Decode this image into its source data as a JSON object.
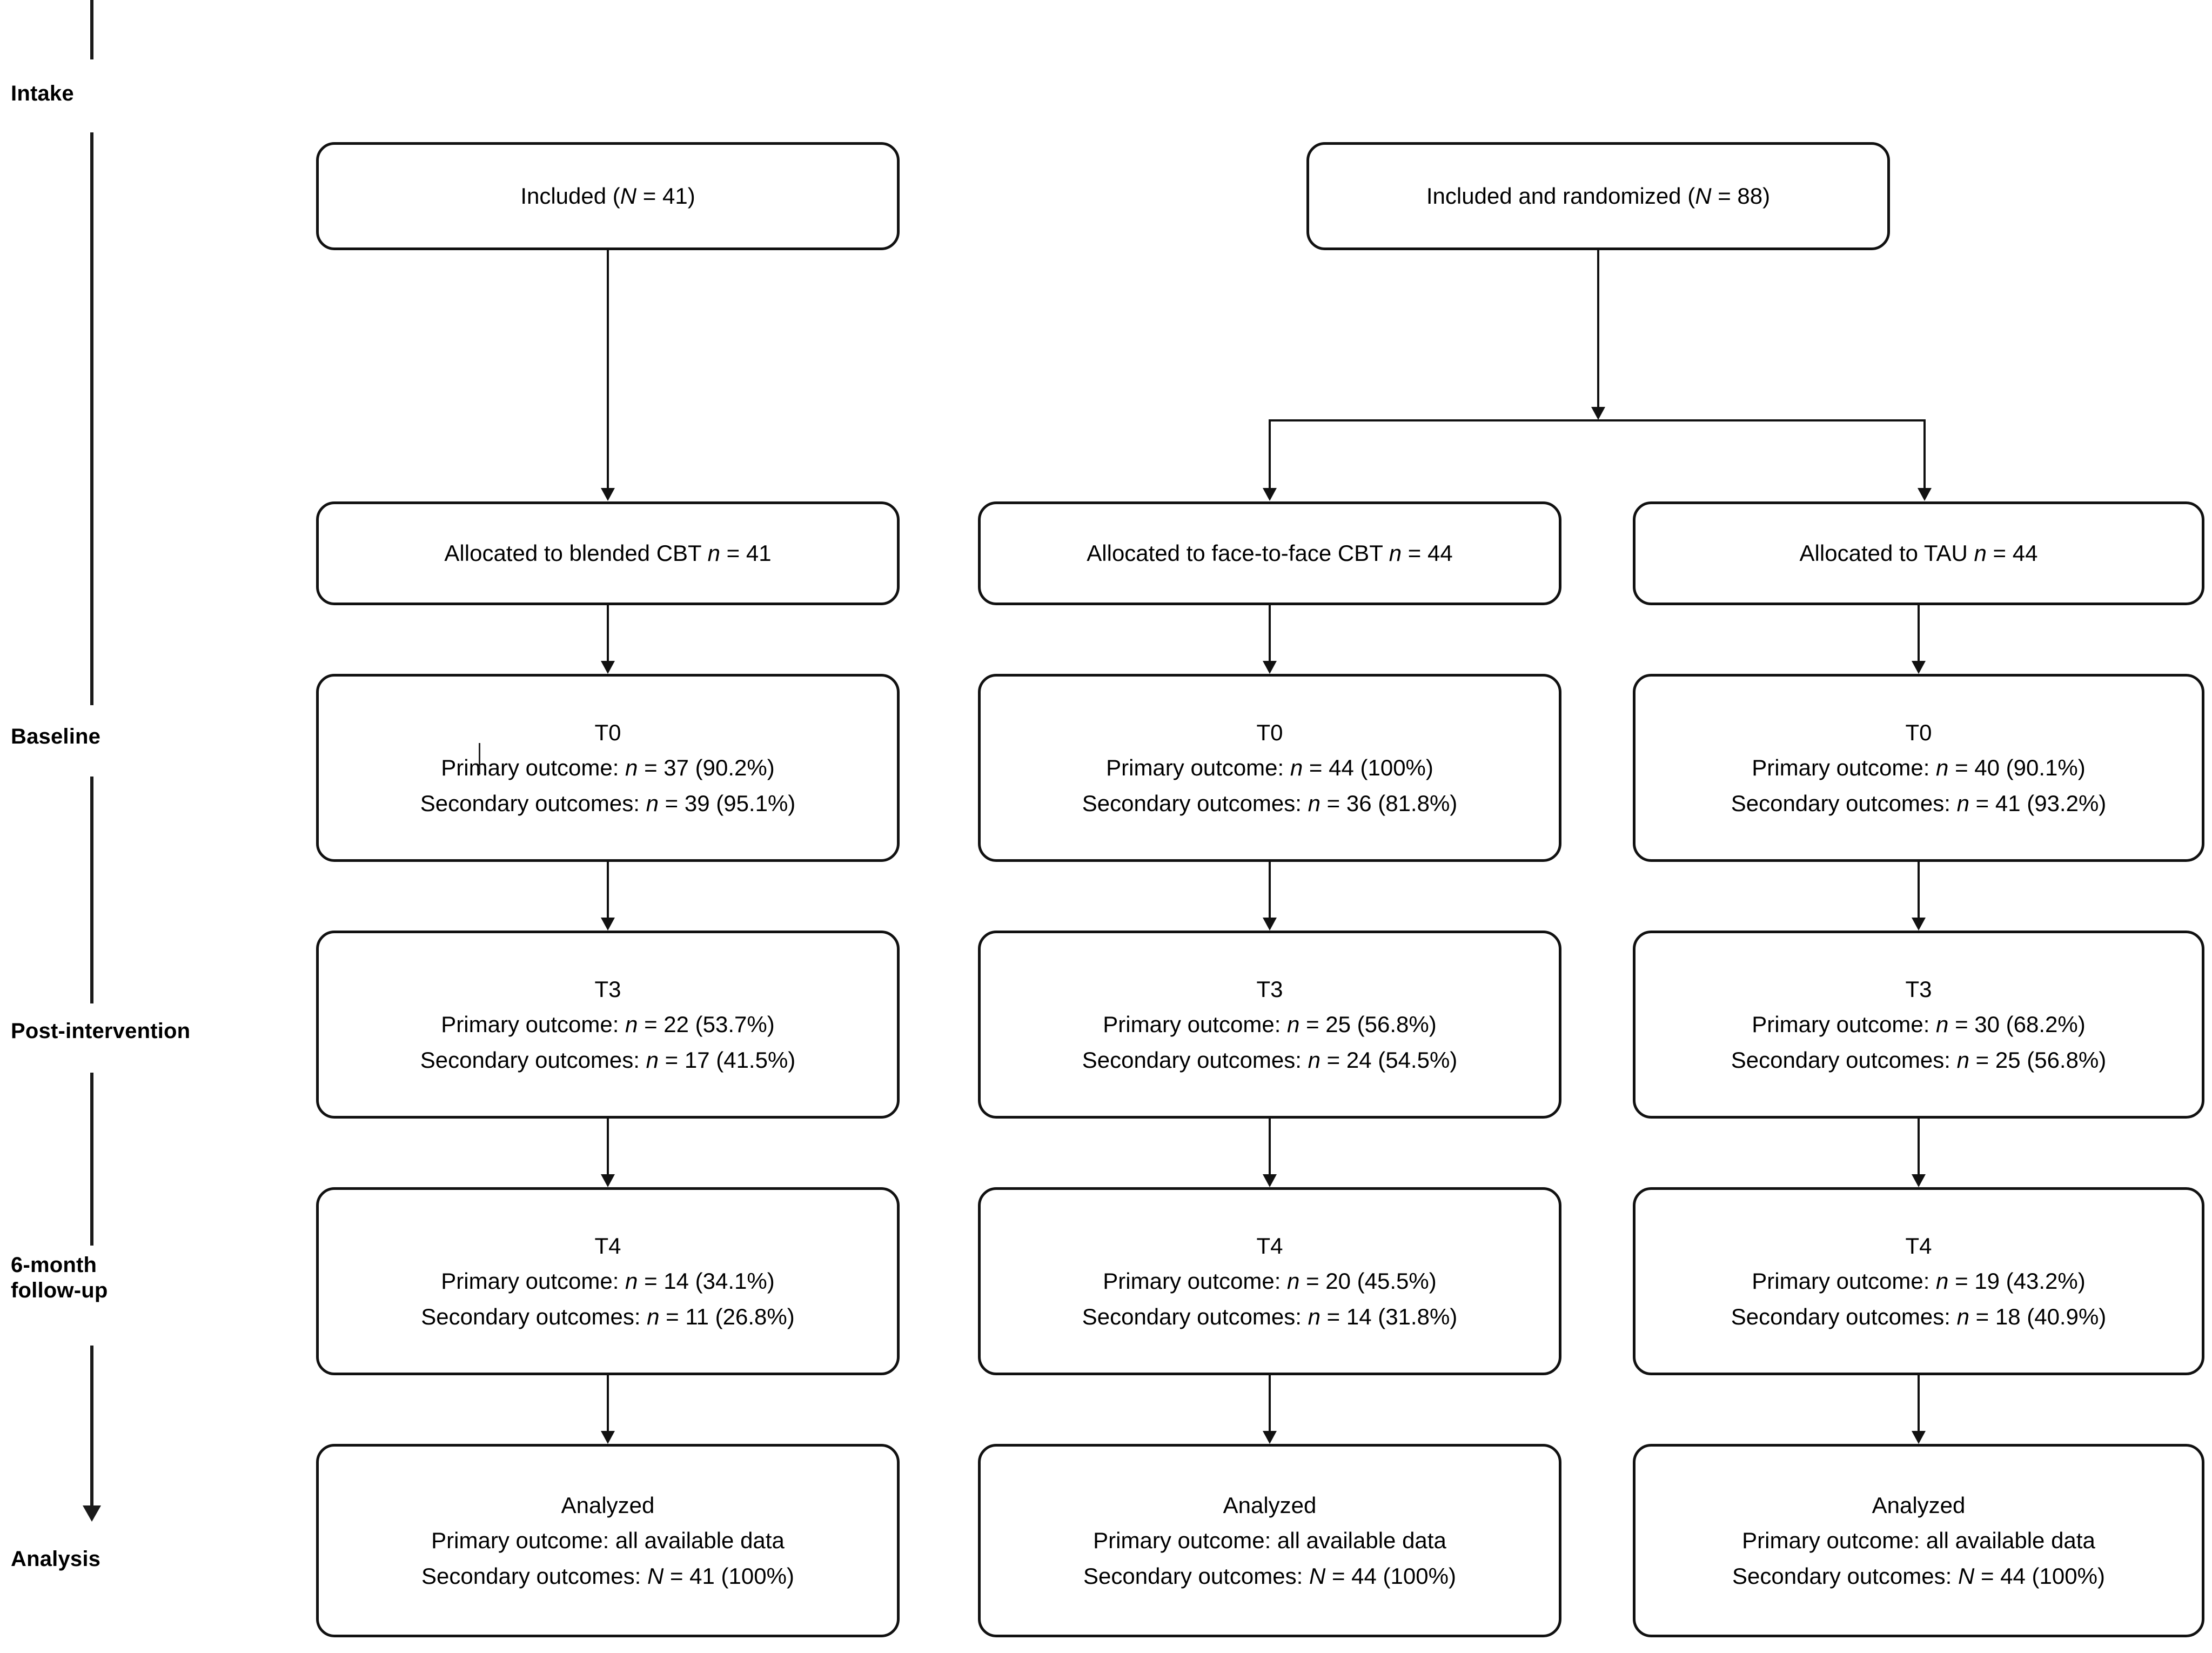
{
  "figure": {
    "type": "consort-flow-diagram",
    "timeline_stages": [
      {
        "key": "intake",
        "label": "Intake"
      },
      {
        "key": "baseline",
        "label": "Baseline"
      },
      {
        "key": "post_intervention",
        "label": "Post-intervention"
      },
      {
        "key": "follow_up",
        "label": "6-month\nfollow-up"
      },
      {
        "key": "analysis",
        "label": "Analysis"
      }
    ],
    "top_nodes": [
      {
        "key": "included",
        "prefix": "Included (",
        "symbol": "N",
        "suffix": " = 41)"
      },
      {
        "key": "included_randomized",
        "prefix": "Included and randomized (",
        "symbol": "N",
        "suffix": " = 88)"
      }
    ],
    "arms": [
      {
        "key": "blended_cbt",
        "allocation": {
          "prefix": "Allocated to blended CBT ",
          "symbol": "n",
          "suffix": " = 41"
        },
        "timepoints": [
          {
            "label": "T0",
            "primary": {
              "prefix": "Primary outcome: ",
              "symbol": "n",
              "suffix": " = 37 (90.2%)"
            },
            "secondary": {
              "prefix": "Secondary outcomes: ",
              "symbol": "n",
              "suffix": " = 39 (95.1%)"
            }
          },
          {
            "label": "T3",
            "primary": {
              "prefix": "Primary outcome: ",
              "symbol": "n",
              "suffix": " = 22 (53.7%)"
            },
            "secondary": {
              "prefix": "Secondary outcomes: ",
              "symbol": "n",
              "suffix": " = 17 (41.5%)"
            }
          },
          {
            "label": "T4",
            "primary": {
              "prefix": "Primary outcome: ",
              "symbol": "n",
              "suffix": " = 14 (34.1%)"
            },
            "secondary": {
              "prefix": "Secondary outcomes: ",
              "symbol": "n",
              "suffix": " = 11 (26.8%)"
            }
          }
        ],
        "analysis": {
          "label": "Analyzed",
          "primary": {
            "prefix": "Primary outcome: all available data",
            "symbol": "",
            "suffix": ""
          },
          "secondary": {
            "prefix": "Secondary outcomes: ",
            "symbol": "N",
            "suffix": " = 41 (100%)"
          }
        }
      },
      {
        "key": "face_to_face_cbt",
        "allocation": {
          "prefix": "Allocated to face-to-face CBT ",
          "symbol": "n",
          "suffix": " = 44"
        },
        "timepoints": [
          {
            "label": "T0",
            "primary": {
              "prefix": "Primary outcome: ",
              "symbol": "n",
              "suffix": " = 44 (100%)"
            },
            "secondary": {
              "prefix": "Secondary outcomes: ",
              "symbol": "n",
              "suffix": " = 36 (81.8%)"
            }
          },
          {
            "label": "T3",
            "primary": {
              "prefix": "Primary outcome: ",
              "symbol": "n",
              "suffix": " = 25 (56.8%)"
            },
            "secondary": {
              "prefix": "Secondary outcomes: ",
              "symbol": "n",
              "suffix": " = 24 (54.5%)"
            }
          },
          {
            "label": "T4",
            "primary": {
              "prefix": "Primary outcome: ",
              "symbol": "n",
              "suffix": " = 20 (45.5%)"
            },
            "secondary": {
              "prefix": "Secondary outcomes: ",
              "symbol": "n",
              "suffix": " = 14 (31.8%)"
            }
          }
        ],
        "analysis": {
          "label": "Analyzed",
          "primary": {
            "prefix": "Primary outcome: all available data",
            "symbol": "",
            "suffix": ""
          },
          "secondary": {
            "prefix": "Secondary outcomes: ",
            "symbol": "N",
            "suffix": " = 44 (100%)"
          }
        }
      },
      {
        "key": "tau",
        "allocation": {
          "prefix": "Allocated to TAU ",
          "symbol": "n",
          "suffix": " = 44"
        },
        "timepoints": [
          {
            "label": "T0",
            "primary": {
              "prefix": "Primary outcome: ",
              "symbol": "n",
              "suffix": " = 40 (90.1%)"
            },
            "secondary": {
              "prefix": "Secondary outcomes: ",
              "symbol": "n",
              "suffix": " = 41 (93.2%)"
            }
          },
          {
            "label": "T3",
            "primary": {
              "prefix": "Primary outcome: ",
              "symbol": "n",
              "suffix": " = 30 (68.2%)"
            },
            "secondary": {
              "prefix": "Secondary outcomes: ",
              "symbol": "n",
              "suffix": " = 25 (56.8%)"
            }
          },
          {
            "label": "T4",
            "primary": {
              "prefix": "Primary outcome: ",
              "symbol": "n",
              "suffix": " = 19 (43.2%)"
            },
            "secondary": {
              "prefix": "Secondary outcomes: ",
              "symbol": "n",
              "suffix": " = 18 (40.9%)"
            }
          }
        ],
        "analysis": {
          "label": "Analyzed",
          "primary": {
            "prefix": "Primary outcome: all available data",
            "symbol": "",
            "suffix": ""
          },
          "secondary": {
            "prefix": "Secondary outcomes: ",
            "symbol": "N",
            "suffix": " = 44 (100%)"
          }
        }
      }
    ],
    "colors": {
      "line": "#111111",
      "text": "#000000",
      "background": "#ffffff"
    }
  }
}
